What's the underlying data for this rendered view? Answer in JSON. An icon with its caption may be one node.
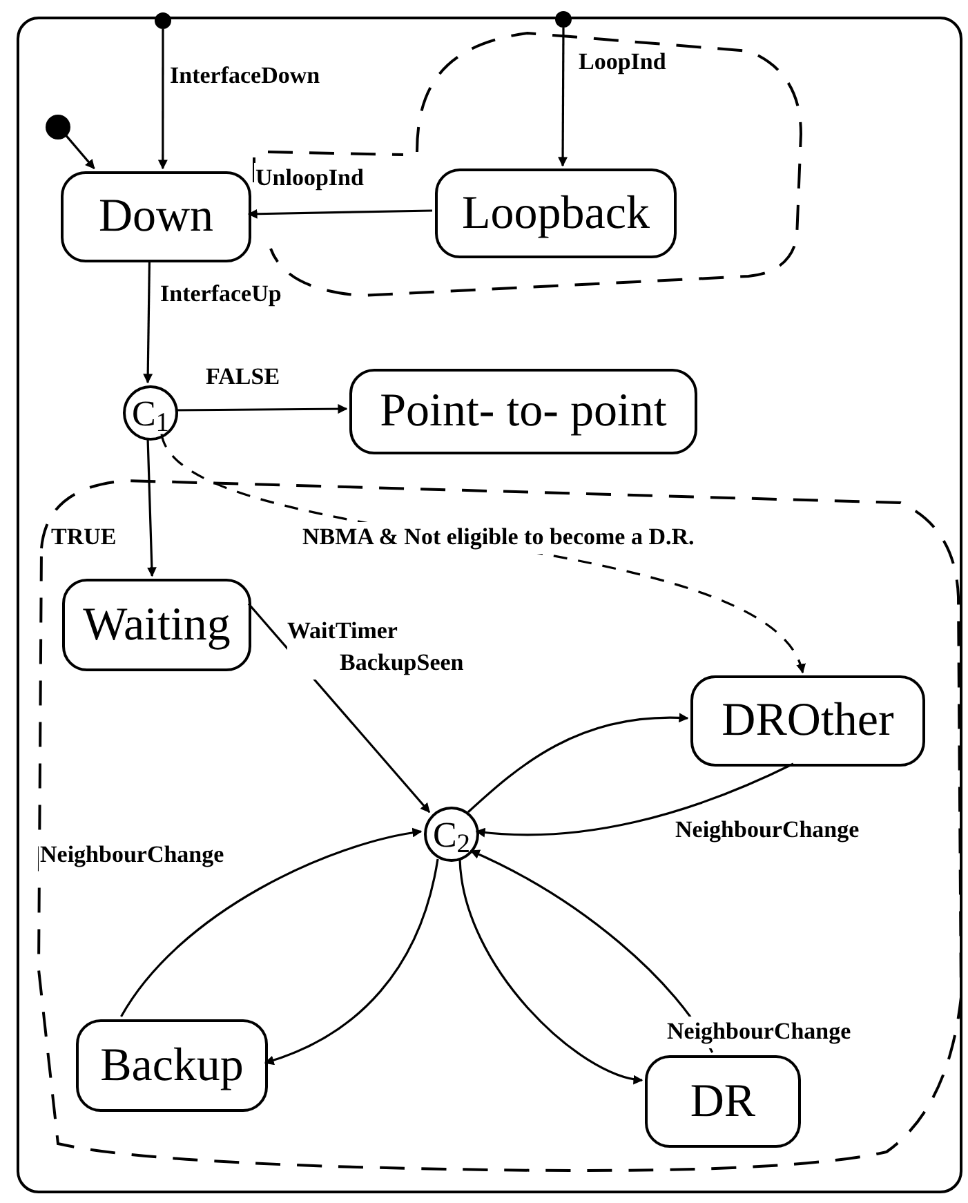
{
  "diagram": {
    "nodes": [
      {
        "text": [],
        "shape": "box"
      },
      {
        "text": [],
        "shape": "circle"
      },
      {
        "text": [],
        "shape": "circle"
      },
      {
        "text": [],
        "shape": "cloud",
        "in": 0
      },
      {
        "text": [],
        "shape": "circle",
        "in": 0
      },
      {
        "text": [
          "Down"
        ],
        "in": 0
      },
      {
        "text": [
          "Loopback"
        ],
        "in": 3
      },
      {
        "text": [
          "C$_{1}$"
        ],
        "in": 0
      },
      {
        "text": [
          "Point- to- point"
        ],
        "in": 0
      },
      {
        "text": [],
        "shape": "box",
        "in": 0
      },
      {
        "text": [
          "Waiting"
        ],
        "in": 9
      },
      {
        "text": [
          "C$_{2}$"
        ],
        "in": 9
      },
      {
        "text": [
          "DROther"
        ],
        "in": 9
      },
      {
        "text": [
          "Backup"
        ],
        "in": 9
      },
      {
        "text": [
          "DR"
        ],
        "in": 9
      }
    ],
    "edges": [
      {
        "from": 1,
        "to": 5,
        "arrow": "to",
        "label": "InterfaceDown"
      },
      {
        "from": 2,
        "to": 6,
        "arrow": "to",
        "label": "LoopInd"
      },
      {
        "from": 4,
        "to": 5,
        "arrow": "to"
      },
      {
        "from": 6,
        "to": 5,
        "arrow": "to",
        "label": "UnloopInd"
      },
      {
        "from": 5,
        "to": 7,
        "arrow": "to",
        "label": "InterfaceUp"
      },
      {
        "from": 7,
        "to": 8,
        "arrow": "to",
        "label": "FALSE"
      },
      {
        "from": 7,
        "to": 10,
        "arrow": "to",
        "label": "TRUE"
      },
      {
        "from": 10,
        "to": 11,
        "arrow": "to",
        "label": "WaitTimer BackupSeen"
      },
      {
        "from": 7,
        "to": 12,
        "arrow": "to",
        "label": "NBMA & Not eligible to become a D.R.",
        "style": "dashed"
      },
      {
        "from": 11,
        "to": 12,
        "arrow": "to"
      },
      {
        "from": 12,
        "to": 11,
        "arrow": "to",
        "label": "NeighbourChange"
      },
      {
        "from": 13,
        "to": 11,
        "arrow": "to",
        "label": "NeighbourChange"
      },
      {
        "from": 11,
        "to": 13,
        "arrow": "to"
      },
      {
        "from": 11,
        "to": 14,
        "arrow": "to"
      },
      {
        "from": 14,
        "to": 11,
        "arrow": "to",
        "label": "NeighbourChange"
      }
    ]
  }
}
